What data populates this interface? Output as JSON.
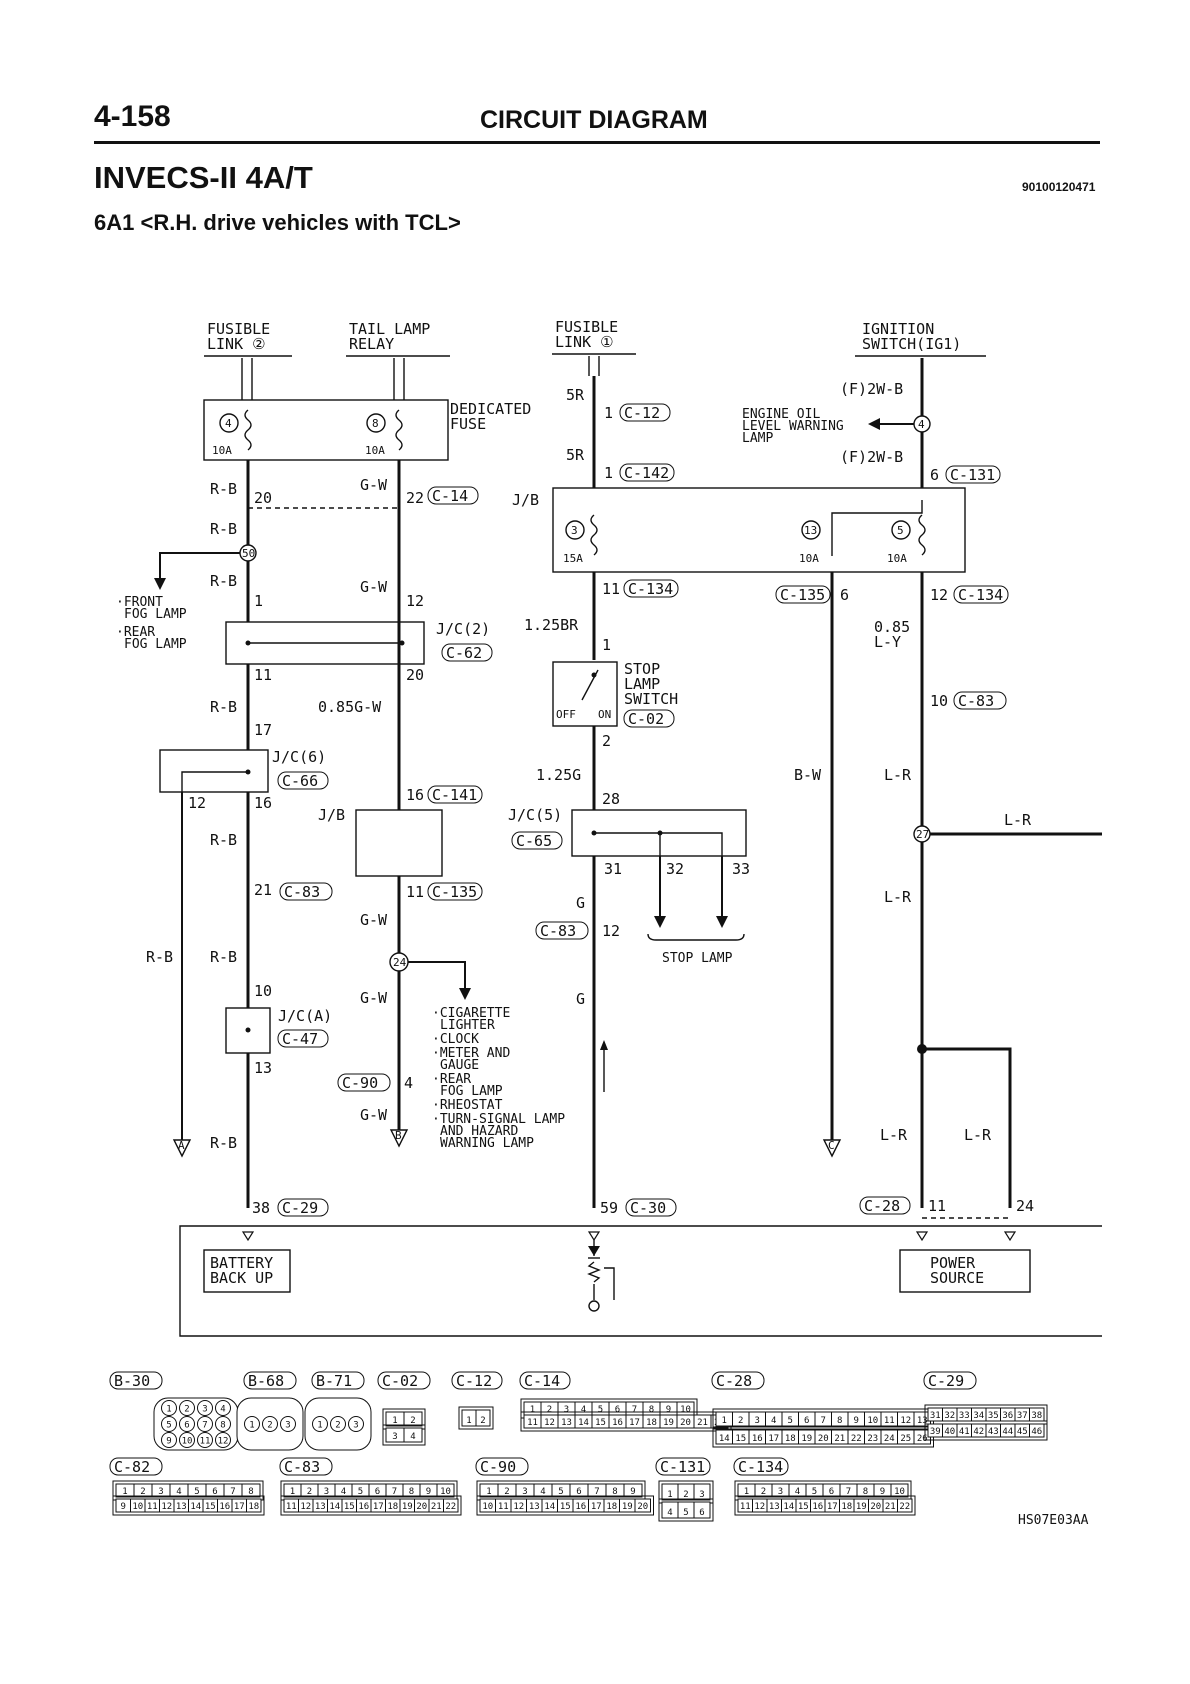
{
  "header": {
    "page_number": "4-158",
    "title": "CIRCUIT DIAGRAM",
    "section_title": "INVECS-II 4A/T",
    "section_code": "90100120471",
    "subtitle": "6A1 <R.H. drive vehicles with TCL>"
  },
  "sources": {
    "fusible_link_2": [
      "FUSIBLE",
      "LINK ②"
    ],
    "tail_lamp_relay": [
      "TAIL LAMP",
      "RELAY"
    ],
    "fusible_link_1": [
      "FUSIBLE",
      "LINK ①"
    ],
    "ignition_switch": [
      "IGNITION",
      "SWITCH(IG1)"
    ]
  },
  "components": {
    "dedicated_fuse": [
      "DEDICATED",
      "FUSE"
    ],
    "jb": "J/B",
    "jc2": "J/C(2)",
    "jc6": "J/C(6)",
    "jc5": "J/C(5)",
    "jcA": "J/C(A)",
    "stop_lamp_switch": [
      "STOP",
      "LAMP",
      "SWITCH"
    ],
    "stop_lamp": "STOP LAMP",
    "battery_backup": [
      "BATTERY",
      "BACK UP"
    ],
    "power_source": [
      "POWER",
      "SOURCE"
    ],
    "switch_off": "OFF",
    "switch_on": "ON",
    "engine_oil_lamp": [
      "ENGINE OIL",
      "LEVEL WARNING",
      "LAMP"
    ],
    "fog_lamps": [
      "·FRONT",
      "FOG LAMP",
      "·REAR",
      "FOG LAMP"
    ],
    "lighter_list": [
      "·CIGARETTE",
      "LIGHTER",
      "·CLOCK",
      "·METER AND",
      "GAUGE",
      "·REAR",
      "FOG LAMP",
      "·RHEOSTAT",
      "·TURN-SIGNAL LAMP",
      "AND HAZARD",
      "WARNING LAMP"
    ]
  },
  "fuses": {
    "f4": "4",
    "f8": "8",
    "f3": "3",
    "f13": "13",
    "f5": "5",
    "r10a": "10A",
    "r15a": "15A"
  },
  "junctions": {
    "j50": "50",
    "j24": "24",
    "j27": "27",
    "j4": "4"
  },
  "connectors": {
    "c12": "C-12",
    "c142": "C-142",
    "c14": "C-14",
    "c131": "C-131",
    "c134": "C-134",
    "c135": "C-135",
    "c62": "C-62",
    "c83": "C-83",
    "c02": "C-02",
    "c66": "C-66",
    "c141": "C-141",
    "c65": "C-65",
    "c47": "C-47",
    "c90": "C-90",
    "c29": "C-29",
    "c30": "C-30",
    "c28": "C-28",
    "b30": "B-30",
    "b68": "B-68",
    "b71": "B-71",
    "c82": "C-82"
  },
  "wire_colors": {
    "rb": "R-B",
    "gw": "G-W",
    "r5": "5R",
    "f2wb": "(F)2W-B",
    "br125": "1.25BR",
    "g085w": "0.85G-W",
    "ly085": [
      "0.85",
      "L-Y"
    ],
    "g125": "1.25G",
    "bw": "B-W",
    "lr": "L-R",
    "g": "G"
  },
  "pins": {
    "p1": "1",
    "p2": "2",
    "p4": "4",
    "p6": "6",
    "p10": "10",
    "p11": "11",
    "p12": "12",
    "p13": "13",
    "p16": "16",
    "p17": "17",
    "p20": "20",
    "p21": "21",
    "p22": "22",
    "p24": "24",
    "p28": "28",
    "p31": "31",
    "p32": "32",
    "p33": "33",
    "p38": "38",
    "p59": "59"
  },
  "refs": {
    "A": "A",
    "B": "B",
    "C": "C"
  },
  "connector_faces": {
    "c14_top": [
      "1",
      "2",
      "3",
      "4",
      "5",
      "6",
      "7",
      "8",
      "9",
      "10"
    ],
    "c14_bot": [
      "11",
      "12",
      "13",
      "14",
      "15",
      "16",
      "17",
      "18",
      "19",
      "20",
      "21",
      "22"
    ],
    "c28_top": [
      "1",
      "2",
      "3",
      "4",
      "5",
      "6",
      "7",
      "8",
      "9",
      "10",
      "11",
      "12",
      "13"
    ],
    "c28_bot": [
      "14",
      "15",
      "16",
      "17",
      "18",
      "19",
      "20",
      "21",
      "22",
      "23",
      "24",
      "25",
      "26"
    ],
    "c29_top": [
      "31",
      "32",
      "33",
      "34",
      "35",
      "36",
      "37",
      "38"
    ],
    "c29_bot": [
      "39",
      "40",
      "41",
      "42",
      "43",
      "44",
      "45",
      "46"
    ],
    "c82_top": [
      "1",
      "2",
      "3",
      "4",
      "5",
      "6",
      "7",
      "8"
    ],
    "c82_bot": [
      "9",
      "10",
      "11",
      "12",
      "13",
      "14",
      "15",
      "16",
      "17",
      "18"
    ],
    "c83_top": [
      "1",
      "2",
      "3",
      "4",
      "5",
      "6",
      "7",
      "8",
      "9",
      "10"
    ],
    "c83_bot": [
      "11",
      "12",
      "13",
      "14",
      "15",
      "16",
      "17",
      "18",
      "19",
      "20",
      "21",
      "22"
    ],
    "c90_top": [
      "1",
      "2",
      "3",
      "4",
      "5",
      "6",
      "7",
      "8",
      "9"
    ],
    "c90_bot": [
      "10",
      "11",
      "12",
      "13",
      "14",
      "15",
      "16",
      "17",
      "18",
      "19",
      "20"
    ],
    "c134_top": [
      "1",
      "2",
      "3",
      "4",
      "5",
      "6",
      "7",
      "8",
      "9",
      "10"
    ],
    "c134_bot": [
      "11",
      "12",
      "13",
      "14",
      "15",
      "16",
      "17",
      "18",
      "19",
      "20",
      "21",
      "22"
    ],
    "c131": [
      "1",
      "2",
      "3",
      "4",
      "5",
      "6"
    ],
    "c12": [
      "1",
      "2"
    ],
    "c02": [
      "1",
      "2",
      "3",
      "4"
    ],
    "b30": [
      "1",
      "2",
      "3",
      "4",
      "5",
      "6",
      "7",
      "8",
      "9",
      "10",
      "11",
      "12"
    ],
    "b68": [
      "1",
      "2",
      "3"
    ],
    "b71": [
      "1",
      "2",
      "3"
    ]
  },
  "figure_code": "HS07E03AA"
}
